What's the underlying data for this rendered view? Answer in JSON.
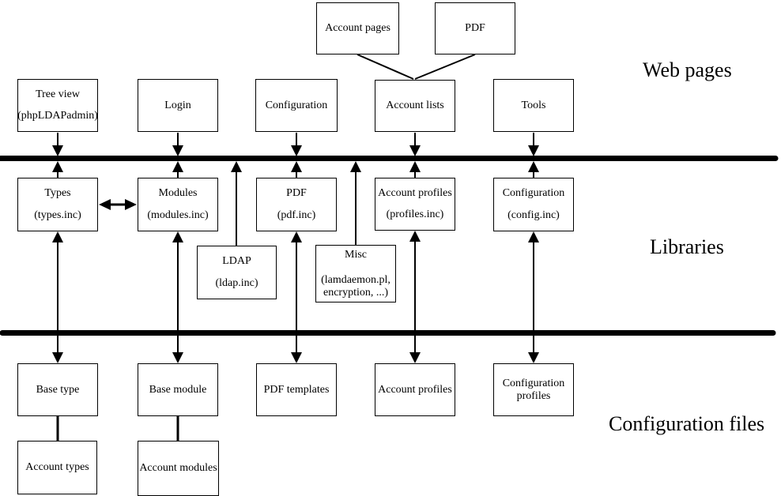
{
  "section_labels": {
    "web_pages": "Web pages",
    "libraries": "Libraries",
    "configuration_files": "Configuration files"
  },
  "boxes": {
    "account_pages": {
      "line1": "Account pages"
    },
    "pdf_page": {
      "line1": "PDF"
    },
    "tree_view": {
      "line1": "Tree view",
      "line2": "(phpLDAPadmin)"
    },
    "login": {
      "line1": "Login"
    },
    "configuration_page": {
      "line1": "Configuration"
    },
    "account_lists": {
      "line1": "Account lists"
    },
    "tools": {
      "line1": "Tools"
    },
    "types": {
      "line1": "Types",
      "line2": "(types.inc)"
    },
    "modules": {
      "line1": "Modules",
      "line2": "(modules.inc)"
    },
    "pdf_lib": {
      "line1": "PDF",
      "line2": "(pdf.inc)"
    },
    "account_profiles_lib": {
      "line1": "Account profiles",
      "line2": "(profiles.inc)"
    },
    "configuration_lib": {
      "line1": "Configuration",
      "line2": "(config.inc)"
    },
    "ldap": {
      "line1": "LDAP",
      "line2": "(ldap.inc)"
    },
    "misc": {
      "line1": "Misc",
      "line2": "(lamdaemon.pl,",
      "line3": "encryption, ...)"
    },
    "base_type": {
      "line1": "Base type"
    },
    "base_module": {
      "line1": "Base module"
    },
    "pdf_templates": {
      "line1": "PDF templates"
    },
    "account_profiles_cfg": {
      "line1": "Account profiles"
    },
    "configuration_profiles": {
      "line1": "Configuration",
      "line2": "profiles"
    },
    "account_types": {
      "line1": "Account types"
    },
    "account_modules": {
      "line1": "Account modules"
    }
  },
  "colors": {
    "line": "#000000",
    "background": "#ffffff"
  },
  "edges": [
    {
      "from": "Account pages",
      "to": "Account lists",
      "style": "plain-line"
    },
    {
      "from": "PDF (web)",
      "to": "Account lists",
      "style": "plain-line"
    },
    {
      "from": "Tree view",
      "to": "Types",
      "style": "double-arrow-through-bus"
    },
    {
      "from": "Login",
      "to": "Modules",
      "style": "double-arrow-through-bus"
    },
    {
      "from": "Configuration (web)",
      "to": "PDF (pdf.inc)",
      "style": "double-arrow-through-bus"
    },
    {
      "from": "Account lists",
      "to": "Account profiles (profiles.inc)",
      "style": "double-arrow-through-bus"
    },
    {
      "from": "Tools",
      "to": "Configuration (config.inc)",
      "style": "double-arrow-through-bus"
    },
    {
      "from": "bus",
      "to": "LDAP",
      "style": "arrow-up-to-bus"
    },
    {
      "from": "bus",
      "to": "Misc",
      "style": "arrow-up-to-bus"
    },
    {
      "from": "Types",
      "to": "Modules",
      "style": "horizontal-double-arrow"
    },
    {
      "from": "Types",
      "to": "Base type",
      "style": "double-arrow-through-bus"
    },
    {
      "from": "Modules",
      "to": "Base module",
      "style": "double-arrow-through-bus"
    },
    {
      "from": "PDF (pdf.inc)",
      "to": "PDF templates",
      "style": "double-arrow-through-bus"
    },
    {
      "from": "Account profiles (profiles.inc)",
      "to": "Account profiles (config)",
      "style": "double-arrow-through-bus"
    },
    {
      "from": "Configuration (config.inc)",
      "to": "Configuration profiles",
      "style": "double-arrow-through-bus"
    },
    {
      "from": "Base type",
      "to": "Account types",
      "style": "plain-line"
    },
    {
      "from": "Base module",
      "to": "Account modules",
      "style": "plain-line"
    }
  ]
}
